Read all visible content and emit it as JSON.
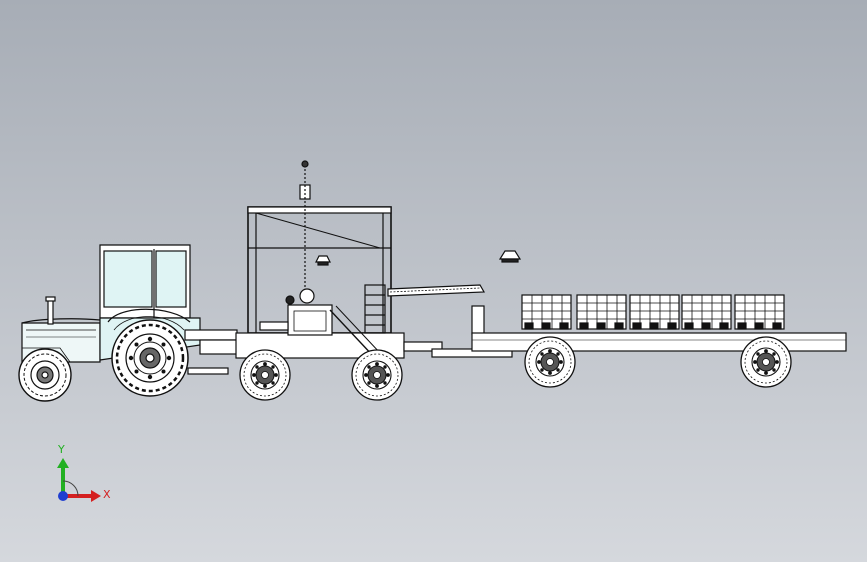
{
  "scene": {
    "background_top": "#a7adb6",
    "background_bottom": "#d5d8dd",
    "line_color": "#1a1a1a",
    "body_fill": "#ffffff",
    "cab_fill": "#dff4f4",
    "components": [
      "tractor",
      "cutting-platform",
      "tow-hitch",
      "flatbed-trailer",
      "crate-row"
    ]
  },
  "triad": {
    "x_label": "X",
    "y_label": "Y",
    "x_color": "#d42020",
    "y_color": "#22b022",
    "z_color": "#1f3fd0"
  }
}
